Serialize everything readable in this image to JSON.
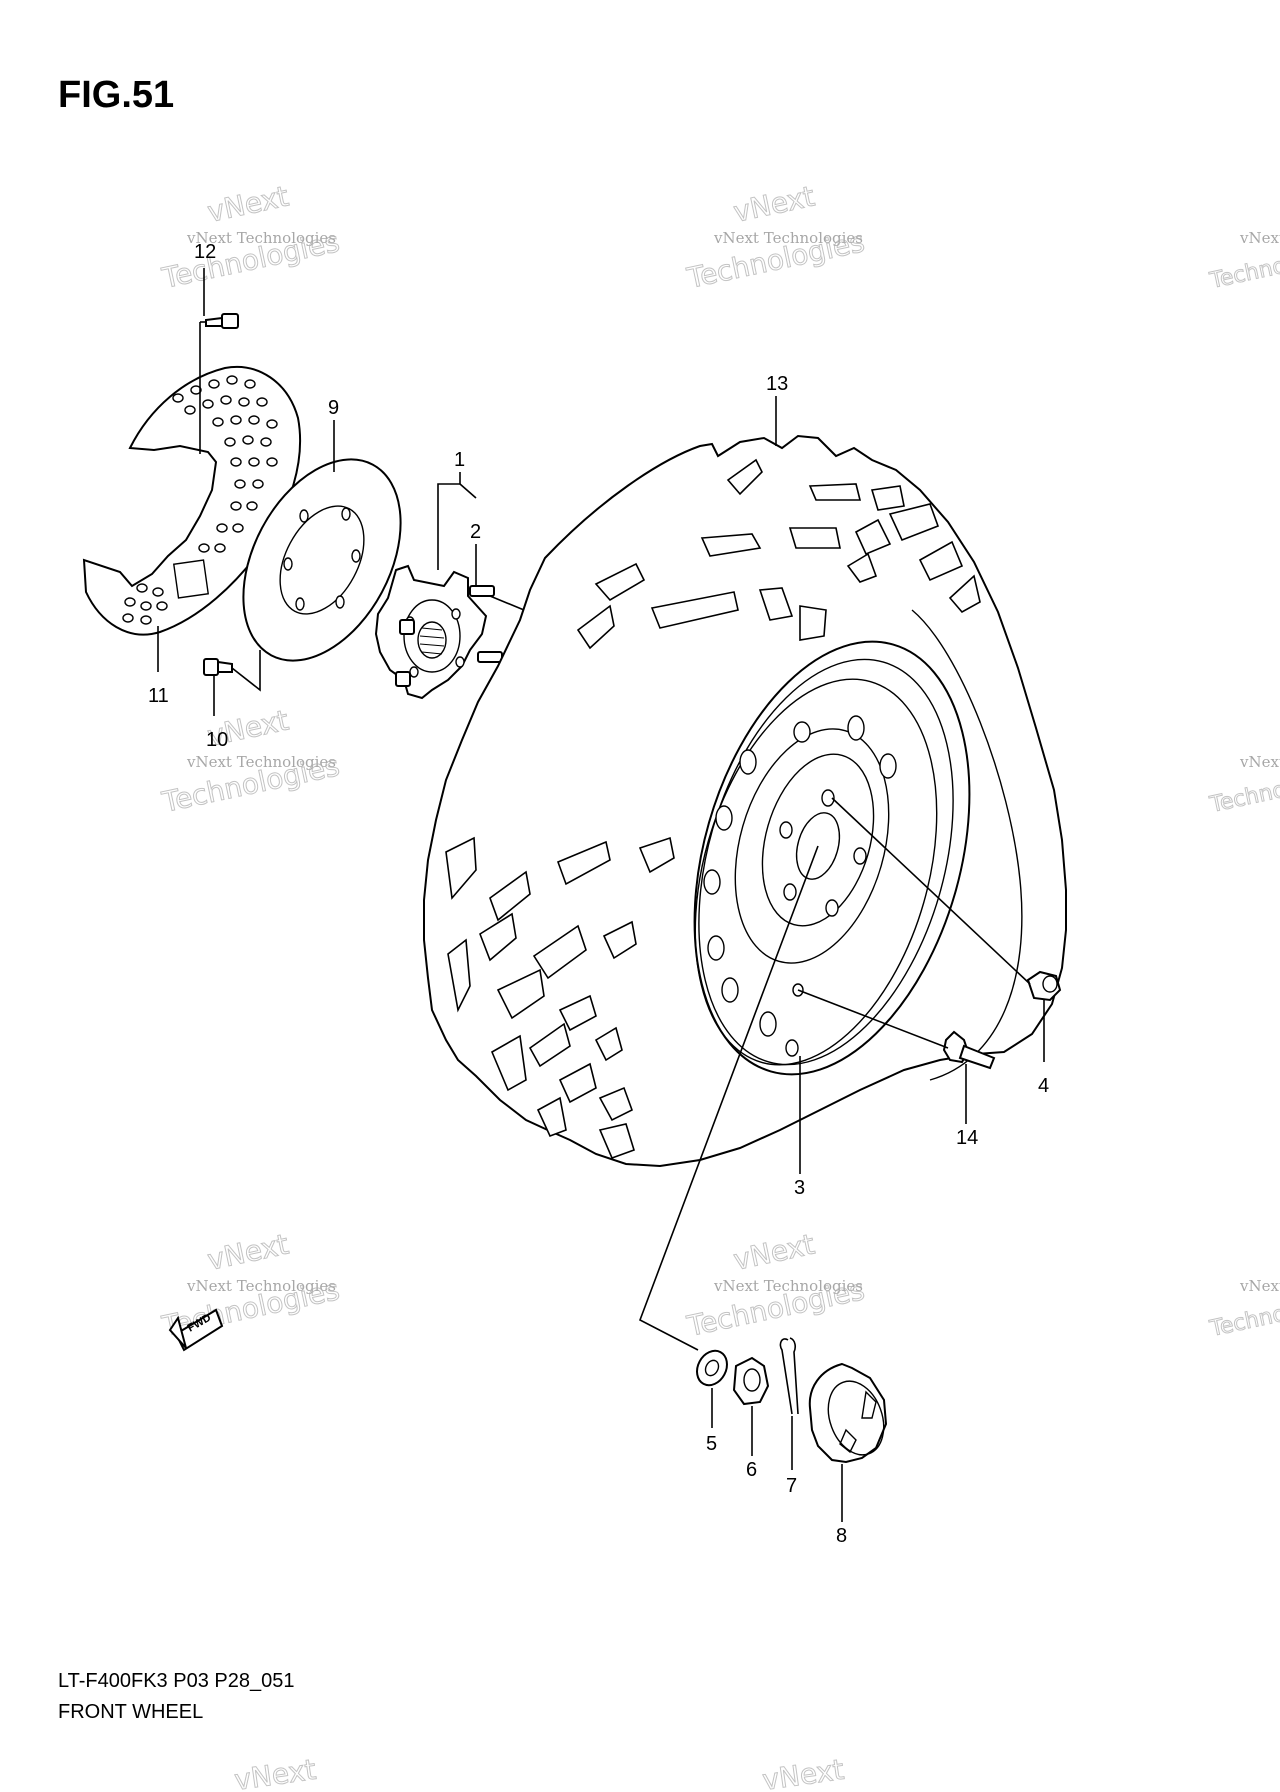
{
  "figure": {
    "title": "FIG.51",
    "code": "LT-F400FK3 P03 P28_051",
    "name": "FRONT WHEEL"
  },
  "callouts": {
    "c1": "1",
    "c2": "2",
    "c3": "3",
    "c4": "4",
    "c5": "5",
    "c6": "6",
    "c7": "7",
    "c8": "8",
    "c9": "9",
    "c10": "10",
    "c11": "11",
    "c12": "12",
    "c13": "13",
    "c14": "14"
  },
  "direction_marker": "FWD",
  "watermark": {
    "line1": "vNext",
    "line2": "vNext Technologies",
    "line3": "Technologies"
  }
}
